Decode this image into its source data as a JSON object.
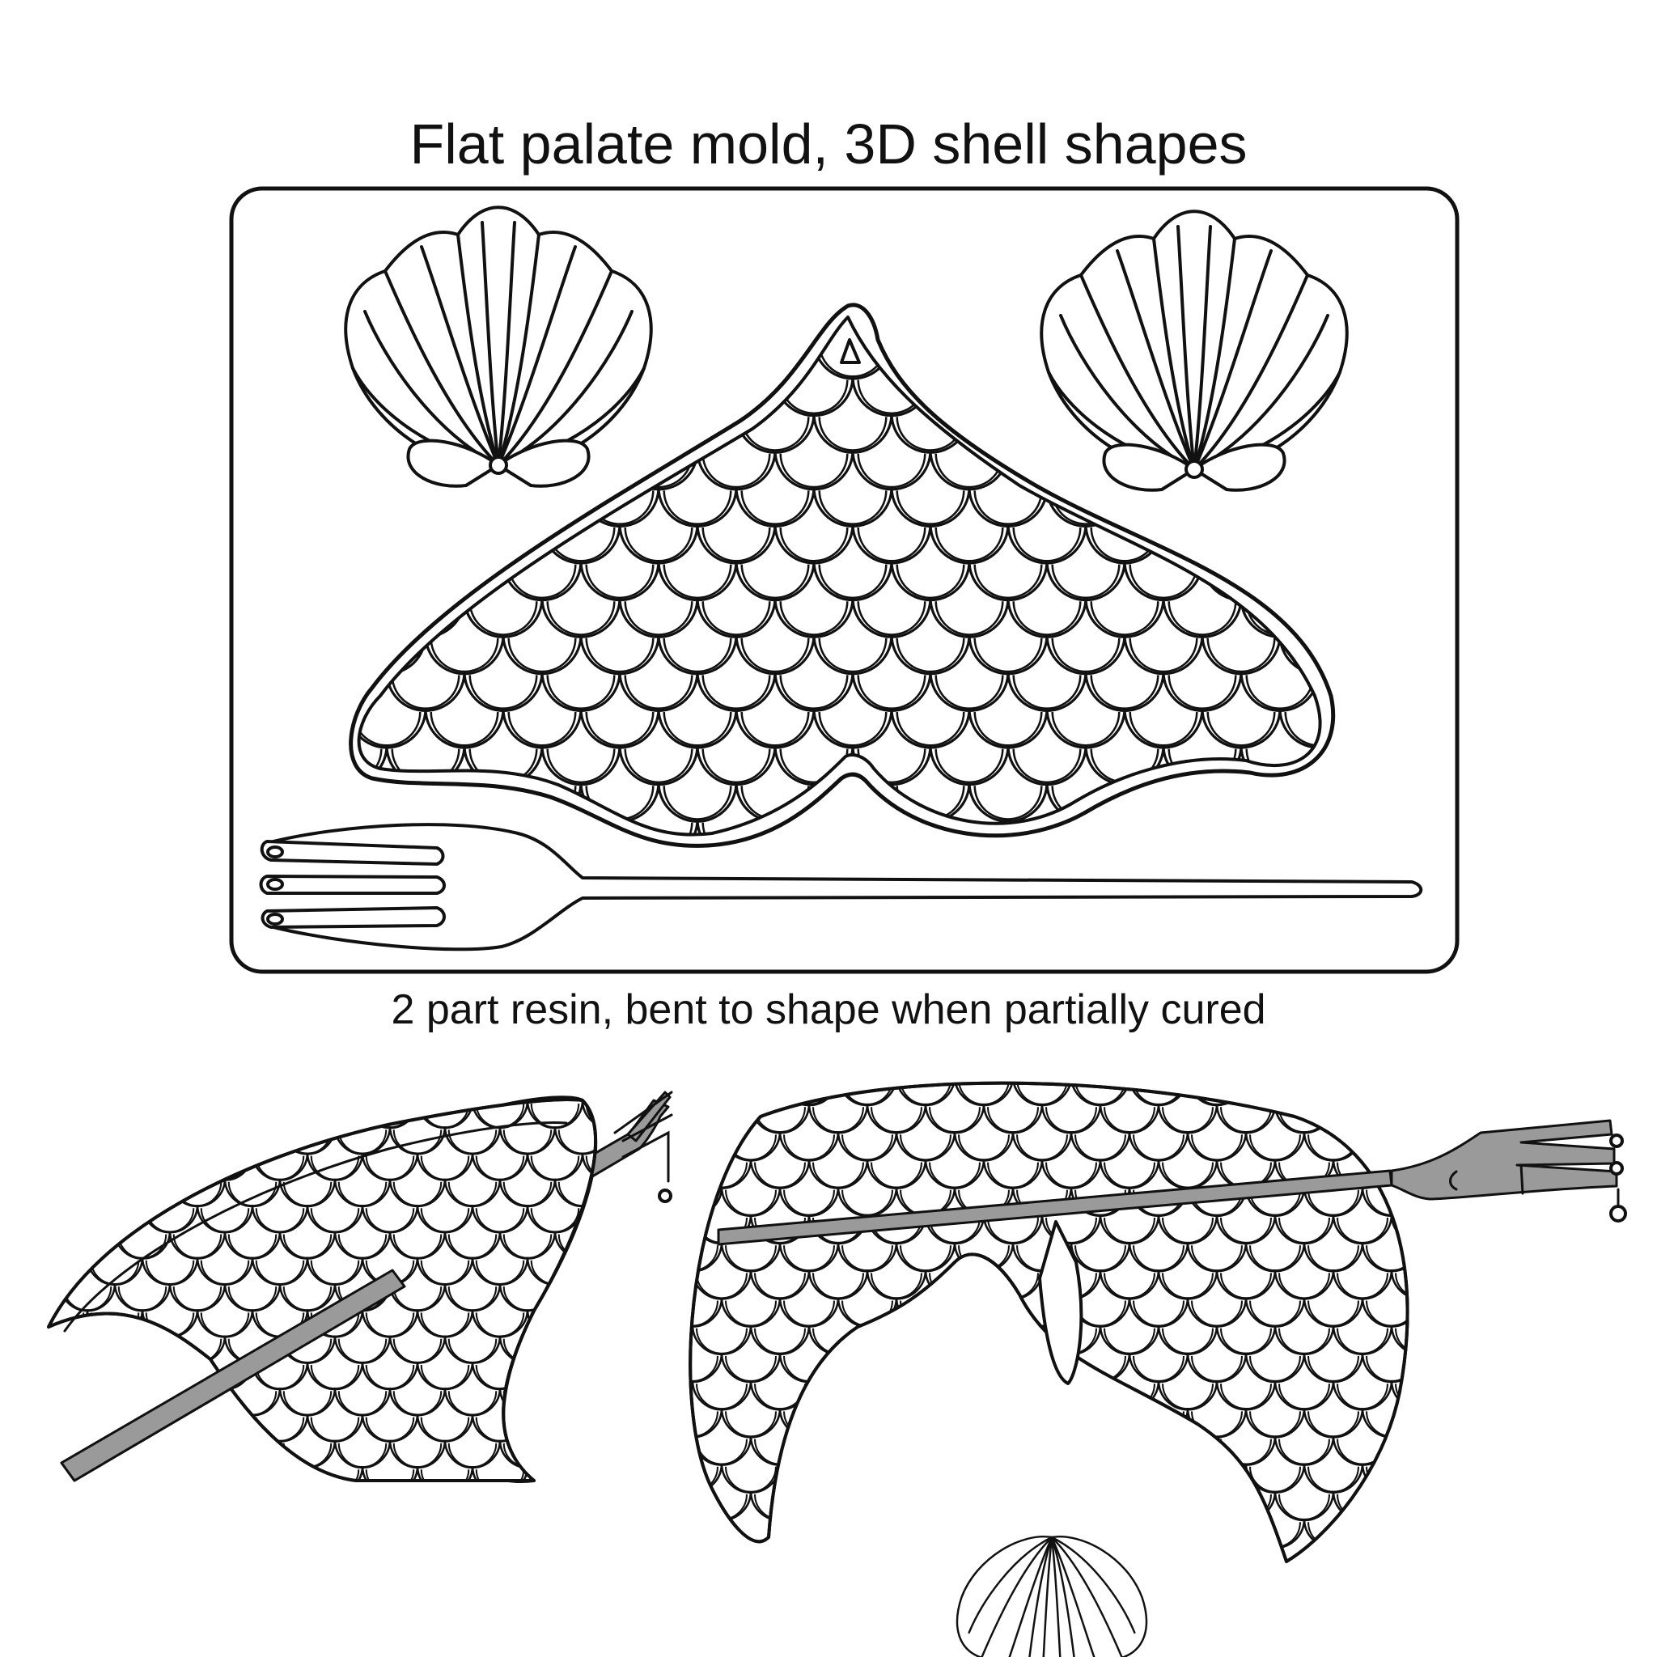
{
  "title": "Flat palate mold, 3D shell shapes",
  "subtitle": "2 part resin, bent to shape when partially cured",
  "colors": {
    "ink": "#111111",
    "background": "#ffffff",
    "fork_shaded": "#9a9a9a"
  },
  "figures": [
    {
      "name": "flat-palette-mold",
      "parts": [
        "scallop-shell",
        "scallop-shell",
        "mermaid-tail-scales",
        "fork"
      ]
    },
    {
      "name": "bent-tail-side-view"
    },
    {
      "name": "bent-tail-front-view-with-shell-and-fork"
    }
  ]
}
